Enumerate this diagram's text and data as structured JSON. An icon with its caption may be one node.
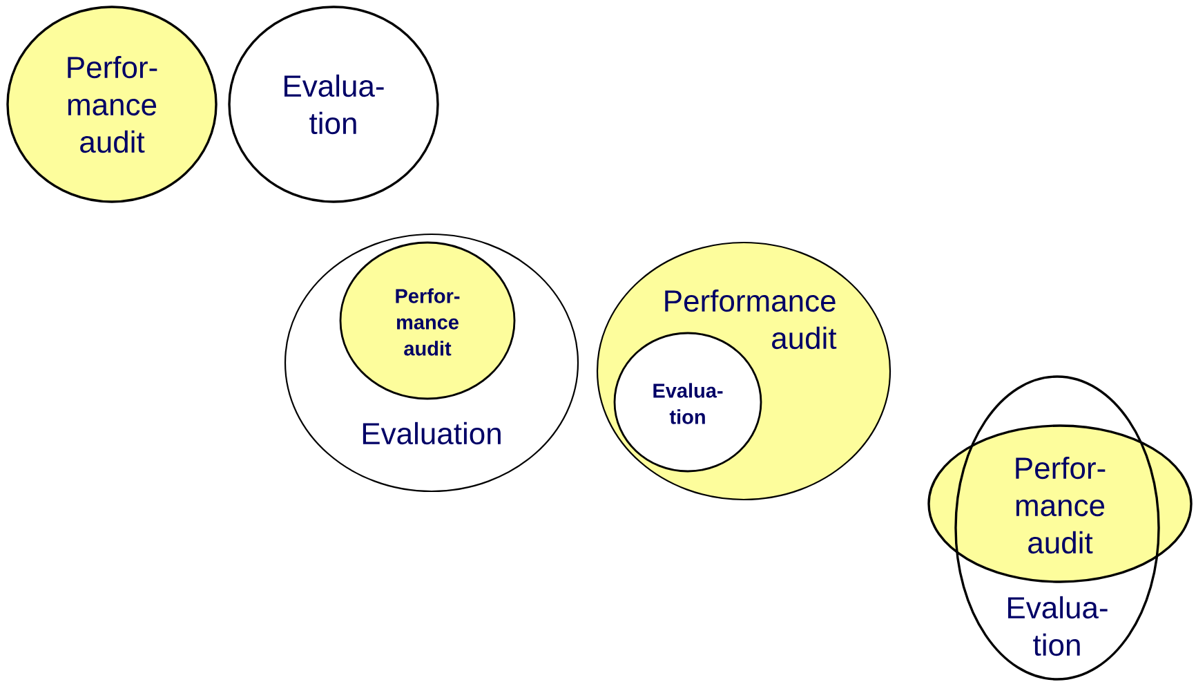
{
  "diagram": {
    "nodes": [
      {
        "text": [
          "Perfor- mance audit"
        ]
      },
      {
        "text": [
          "Evalua- tion"
        ]
      },
      {
        "text": [
          "Evaluation"
        ]
      },
      {
        "text": [
          "Perfor- mance audit"
        ],
        "in": 2
      },
      {
        "text": [
          "Performance audit"
        ]
      },
      {
        "text": [
          "Evalua- tion"
        ],
        "in": 4
      },
      {
        "text": [
          "Perfor- mance audit"
        ]
      },
      {
        "text": [
          "Evalua- tion"
        ]
      }
    ]
  }
}
